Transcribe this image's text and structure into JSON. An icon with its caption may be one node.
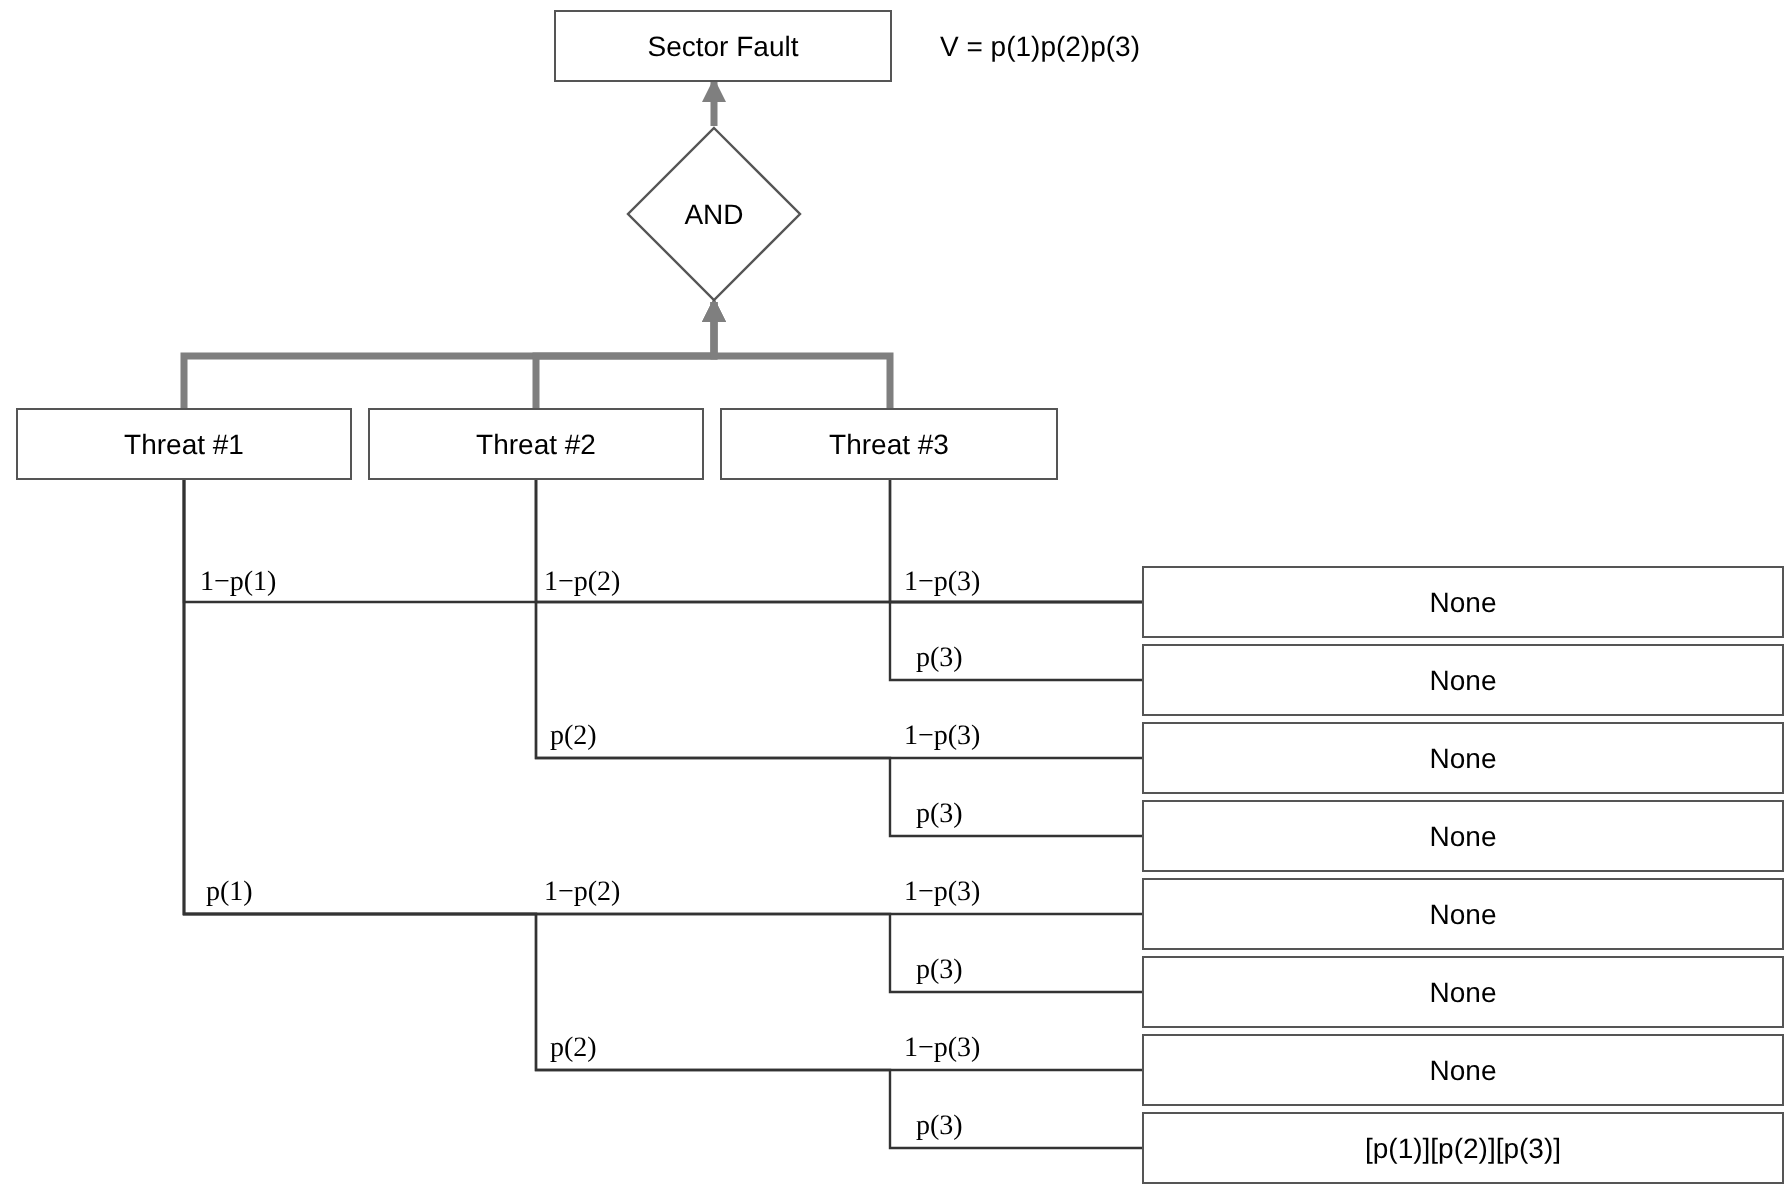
{
  "diagram": {
    "nodes": [
      {
        "text": [
          "Sector Fault"
        ],
        "beside": [
          "V = p(1)p(2)p(3)"
        ]
      },
      {
        "text": [
          "AND"
        ]
      },
      {
        "text": [
          "Threat #1"
        ]
      },
      {
        "text": [
          "Threat #2"
        ]
      },
      {
        "text": [
          "Threat #3"
        ]
      },
      {
        "text": [
          "None"
        ]
      },
      {
        "text": [
          "None"
        ]
      },
      {
        "text": [
          "None"
        ]
      },
      {
        "text": [
          "None"
        ]
      },
      {
        "text": [
          "None"
        ]
      },
      {
        "text": [
          "None"
        ]
      },
      {
        "text": [
          "None"
        ]
      },
      {
        "text": [
          "[p(1)][p(2)][p(3)]"
        ]
      }
    ],
    "edges": [
      {
        "from": 1,
        "to": 0,
        "arrow": "to",
        "style": "thick",
        "color": "#7f7f7f"
      },
      {
        "from": 2,
        "to": 1,
        "arrow": "to",
        "style": "thick",
        "color": "#7f7f7f"
      },
      {
        "from": 3,
        "to": 1,
        "arrow": "to",
        "style": "thick",
        "color": "#7f7f7f"
      },
      {
        "from": 4,
        "to": 1,
        "arrow": "to",
        "style": "thick",
        "color": "#7f7f7f"
      },
      {
        "from": 2,
        "to": 5,
        "arrow": "none"
      },
      {
        "from": 2,
        "to": 9,
        "arrow": "none"
      },
      {
        "from": 2,
        "to": 10,
        "arrow": "none"
      },
      {
        "from": 2,
        "to": 11,
        "arrow": "none"
      },
      {
        "from": 2,
        "to": 12,
        "arrow": "none"
      },
      {
        "from": 3,
        "to": 5,
        "arrow": "none"
      },
      {
        "from": 3,
        "to": 7,
        "arrow": "none"
      },
      {
        "from": 3,
        "to": 8,
        "arrow": "none"
      },
      {
        "from": 4,
        "to": 5,
        "arrow": "none"
      },
      {
        "from": 4,
        "to": 6,
        "arrow": "none"
      }
    ],
    "labels": [
      "1−p(1)",
      "1−p(2)",
      "1−p(3)",
      "p(3)",
      "p(2)",
      "1−p(3)",
      "p(3)",
      "p(1)",
      "1−p(2)",
      "1−p(3)",
      "p(3)",
      "p(2)",
      "1−p(3)",
      "p(3)"
    ]
  }
}
